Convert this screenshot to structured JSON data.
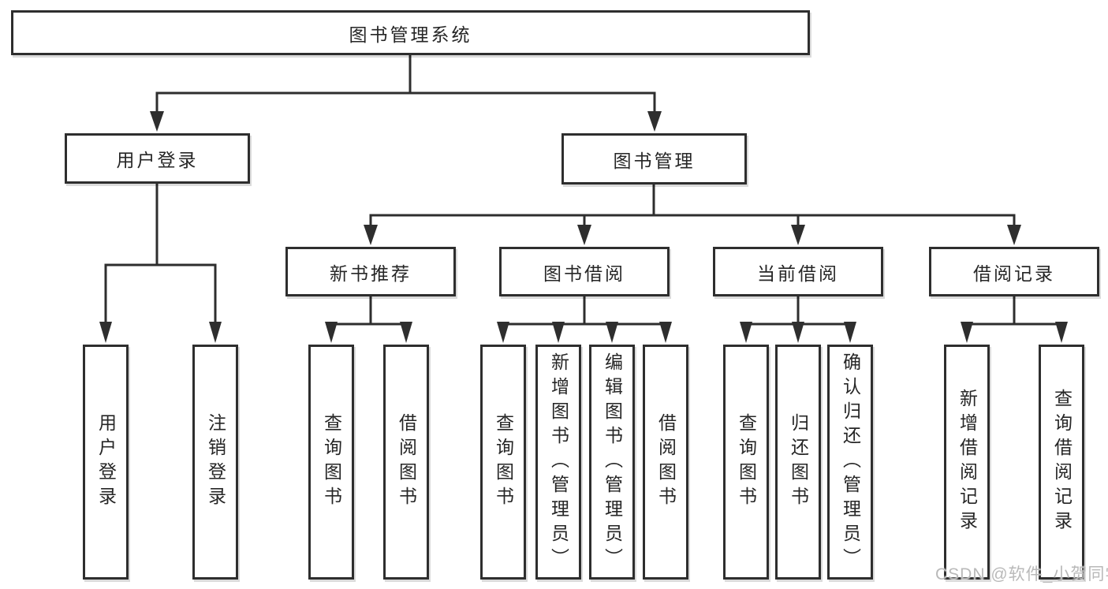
{
  "tree": {
    "label": "图书管理系统",
    "children": [
      {
        "label": "用户登录",
        "children": [
          {
            "label": "用户登录"
          },
          {
            "label": "注销登录"
          }
        ]
      },
      {
        "label": "图书管理",
        "children": [
          {
            "label": "新书推荐",
            "children": [
              {
                "label": "查询图书"
              },
              {
                "label": "借阅图书"
              }
            ]
          },
          {
            "label": "图书借阅",
            "children": [
              {
                "label": "查询图书"
              },
              {
                "label": "新增图书（管理员）"
              },
              {
                "label": "编辑图书（管理员）"
              },
              {
                "label": "借阅图书"
              }
            ]
          },
          {
            "label": "当前借阅",
            "children": [
              {
                "label": "查询图书"
              },
              {
                "label": "归还图书"
              },
              {
                "label": "确认归还（管理员）"
              }
            ]
          },
          {
            "label": "借阅记录",
            "children": [
              {
                "label": "新增借阅记录"
              },
              {
                "label": "查询借阅记录"
              }
            ]
          }
        ]
      }
    ]
  },
  "watermark": "CSDN @软件_小贺同学",
  "colors": {
    "line": "#2e2e2e",
    "box_border": "#2e2e2e",
    "box_fill": "#ffffff",
    "text": "#262626",
    "watermark": "#b9b9b9"
  }
}
